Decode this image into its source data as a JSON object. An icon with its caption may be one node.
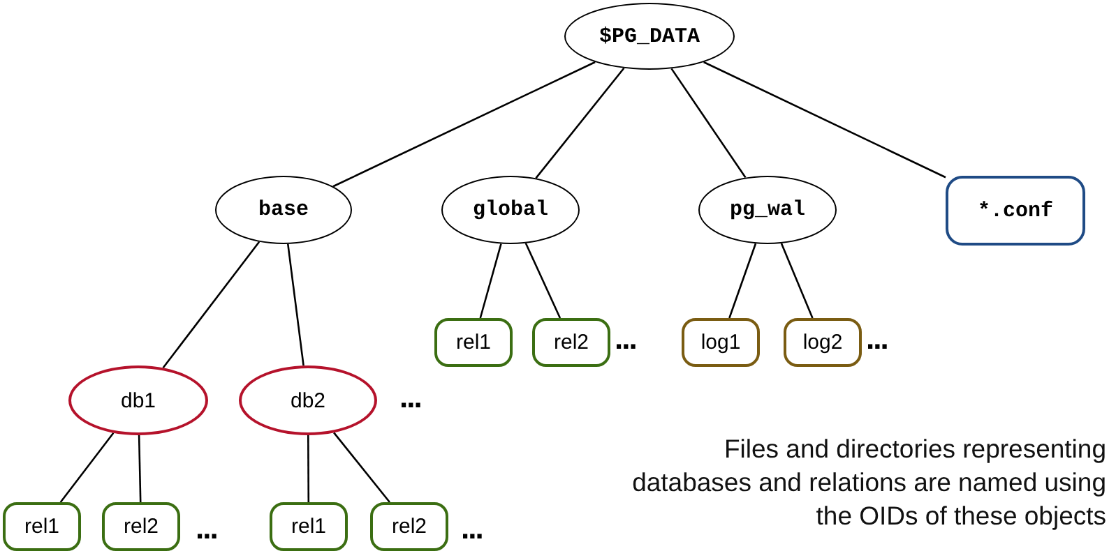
{
  "diagram": {
    "nodes": [
      {
        "text": [
          "$PG_DATA"
        ]
      },
      {
        "text": [
          "base"
        ]
      },
      {
        "text": [
          "global"
        ]
      },
      {
        "text": [
          "pg_wal"
        ]
      },
      {
        "text": [
          "*.conf"
        ]
      },
      {
        "text": [
          "rel1"
        ]
      },
      {
        "text": [
          "rel2"
        ]
      },
      {
        "text": [
          "log1"
        ]
      },
      {
        "text": [
          "log2"
        ]
      },
      {
        "text": [
          "db1"
        ]
      },
      {
        "text": [
          "db2"
        ]
      },
      {
        "text": [
          "rel1"
        ]
      },
      {
        "text": [
          "rel2"
        ]
      },
      {
        "text": [
          "rel1"
        ]
      },
      {
        "text": [
          "rel2"
        ]
      }
    ],
    "edges": [
      {
        "from": 0,
        "to": 1,
        "arrow": "none"
      },
      {
        "from": 0,
        "to": 2,
        "arrow": "none"
      },
      {
        "from": 0,
        "to": 3,
        "arrow": "none"
      },
      {
        "from": 0,
        "to": 4,
        "arrow": "none"
      },
      {
        "from": 1,
        "to": 9,
        "arrow": "none"
      },
      {
        "from": 1,
        "to": 10,
        "arrow": "none"
      },
      {
        "from": 2,
        "to": 5,
        "arrow": "none"
      },
      {
        "from": 2,
        "to": 6,
        "arrow": "none"
      },
      {
        "from": 3,
        "to": 7,
        "arrow": "none"
      },
      {
        "from": 3,
        "to": 8,
        "arrow": "none"
      },
      {
        "from": 9,
        "to": 11,
        "arrow": "none"
      },
      {
        "from": 9,
        "to": 12,
        "arrow": "none"
      },
      {
        "from": 10,
        "to": 13,
        "arrow": "none"
      },
      {
        "from": 10,
        "to": 14,
        "arrow": "none"
      }
    ],
    "labels": [
      "...",
      "...",
      "...",
      "...",
      "...",
      "Files and directories representing databases and relations are named using the OIDs of these objects"
    ]
  }
}
